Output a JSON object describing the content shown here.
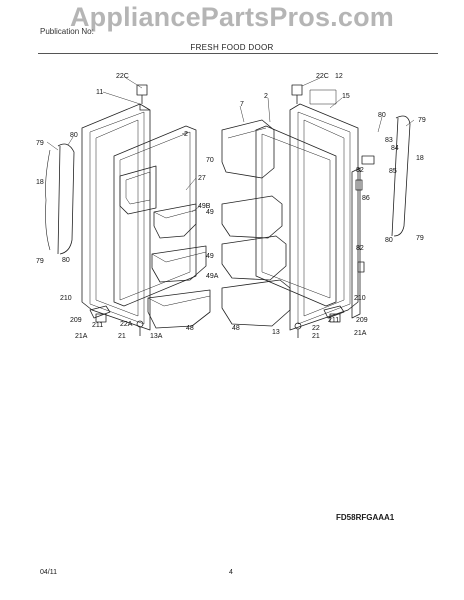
{
  "watermark": "AppliancePartsPros.com",
  "header": {
    "left": "Publication No:",
    "right": "",
    "section_title": "FRESH FOOD DOOR"
  },
  "callouts": [
    "22C",
    "11",
    "80",
    "79",
    "18",
    "79",
    "80",
    "2",
    "27",
    "49B",
    "210",
    "209",
    "211",
    "21A",
    "22A",
    "21",
    "13A",
    "48",
    "7",
    "2",
    "70",
    "49",
    "49",
    "49A",
    "48",
    "22C",
    "12",
    "15",
    "80",
    "79",
    "83",
    "84",
    "18",
    "85",
    "82",
    "86",
    "82",
    "80",
    "79",
    "210",
    "13",
    "22",
    "21",
    "211",
    "209",
    "21A"
  ],
  "model_number": "FD58RFGAAA1",
  "footer": {
    "date": "04/11",
    "page": "4"
  }
}
